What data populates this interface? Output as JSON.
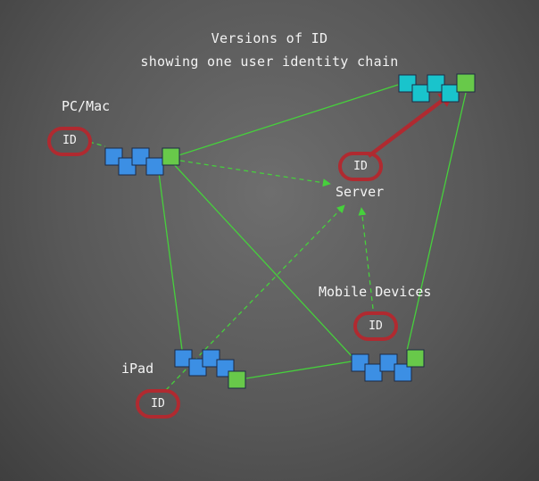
{
  "title": {
    "line1": "Versions of ID",
    "line2": "showing one user identity chain"
  },
  "nodes": {
    "pc": "PC/Mac",
    "server": "Server",
    "mobile": "Mobile Devices",
    "ipad": "iPad"
  },
  "id_badge": "ID",
  "colors": {
    "background": "#5e5e5e",
    "sync_line": "#46d03c",
    "highlight_arrow": "#b02a30",
    "badge_ring": "#b02a30",
    "version_block_blue": "#3c8fe4",
    "version_block_green": "#68c94a",
    "version_block_cyan": "#19c4cc"
  }
}
